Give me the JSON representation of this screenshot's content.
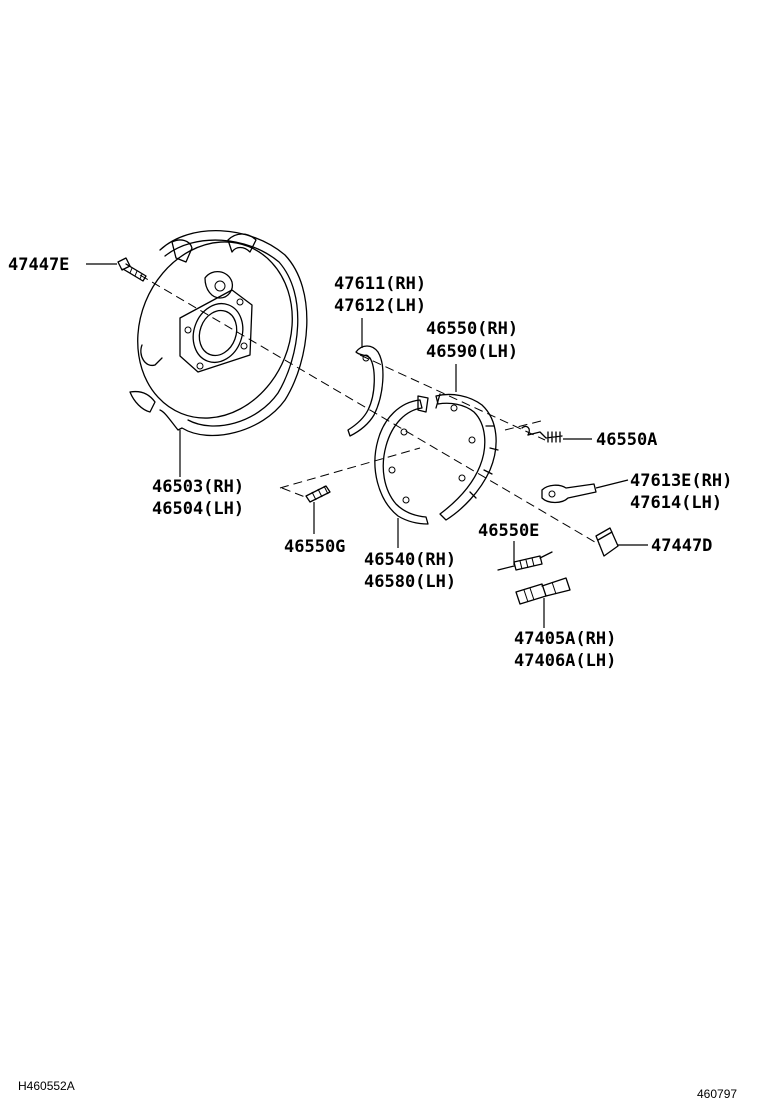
{
  "labels": {
    "p47447E": "47447E",
    "p47611": "47611(RH)",
    "p47612": "47612(LH)",
    "p46550": "46550(RH)",
    "p46590": "46590(LH)",
    "p46550A": "46550A",
    "p46503": "46503(RH)",
    "p46504": "46504(LH)",
    "p47613E": "47613E(RH)",
    "p47614": "47614(LH)",
    "p46550E": "46550E",
    "p47447D": "47447D",
    "p46550G": "46550G",
    "p46540": "46540(RH)",
    "p46580": "46580(LH)",
    "p47405A": "47405A(RH)",
    "p47406A": "47406A(LH)"
  },
  "footer": {
    "left_code": "H460552A",
    "right_code": "460797"
  }
}
